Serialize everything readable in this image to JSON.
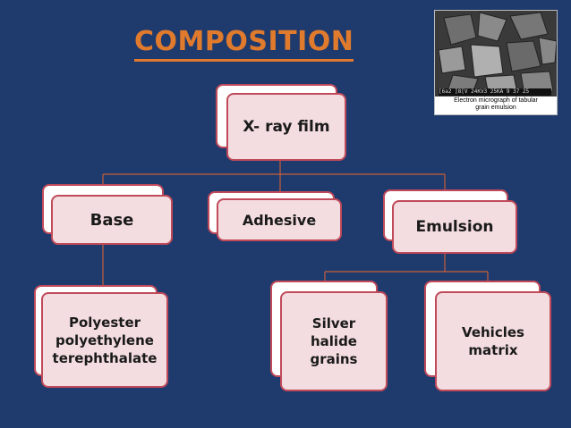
{
  "title": "COMPOSITION",
  "micrograph": {
    "caption": "Electron micrograph of tabular\ngrain emulsion",
    "scale_text": "[6a2 ]8[V 24KV3 25KA 9 37 25"
  },
  "nodes": {
    "root": "X- ray film",
    "base": "Base",
    "adhesive": "Adhesive",
    "emulsion": "Emulsion",
    "polyester": "Polyester\npolyethylene\nterephthalate",
    "silver": "Silver\nhalide\ngrains",
    "vehicles": "Vehicles\nmatrix"
  },
  "colors": {
    "background": "#1f3a6d",
    "title": "#e07a2c",
    "node_fill": "#f4dde0",
    "node_border": "#c04a5a",
    "connector": "#c8603a"
  }
}
